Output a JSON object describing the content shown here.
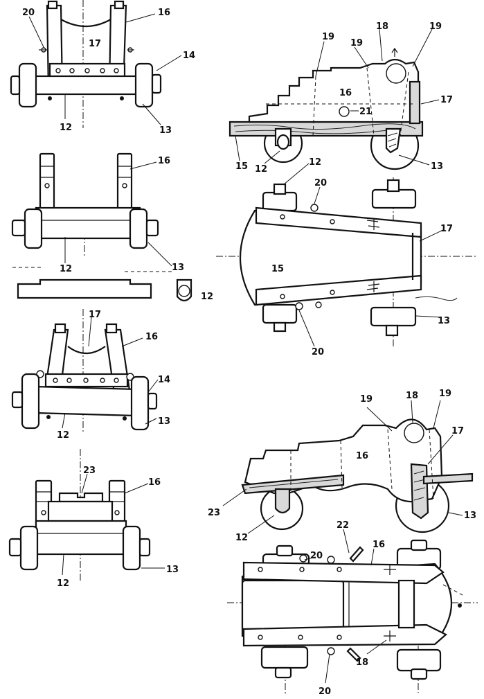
{
  "views": {
    "front_top": {
      "labels": {
        "l20": "20",
        "l16": "16",
        "l17": "17",
        "l14": "14",
        "l12": "12",
        "l13": "13"
      }
    },
    "side_top": {
      "labels": {
        "l19a": "19",
        "l18": "18",
        "l19b": "19",
        "l19c": "19",
        "l16": "16",
        "l17": "17",
        "l21": "21",
        "l15": "15",
        "l12": "12",
        "l13": "13"
      }
    },
    "front_second": {
      "labels": {
        "l16": "16",
        "l12": "12",
        "l13": "13",
        "l12b": "12"
      }
    },
    "plan_top": {
      "labels": {
        "l12": "12",
        "l20a": "20",
        "l17": "17",
        "l15": "15",
        "l13": "13",
        "l20b": "20"
      }
    },
    "front_third": {
      "labels": {
        "l17": "17",
        "l16": "16",
        "l14": "14",
        "l12": "12",
        "l13": "13"
      }
    },
    "side_bottom": {
      "labels": {
        "l18": "18",
        "l19a": "19",
        "l19b": "19",
        "l16": "16",
        "l17": "17",
        "l23": "23",
        "l12": "12",
        "l13": "13"
      }
    },
    "front_fourth": {
      "labels": {
        "l23": "23",
        "l16": "16",
        "l12": "12",
        "l13": "13"
      }
    },
    "plan_bottom": {
      "labels": {
        "l20a": "20",
        "l22": "22",
        "l16": "16",
        "l18": "18",
        "l20b": "20"
      }
    }
  }
}
